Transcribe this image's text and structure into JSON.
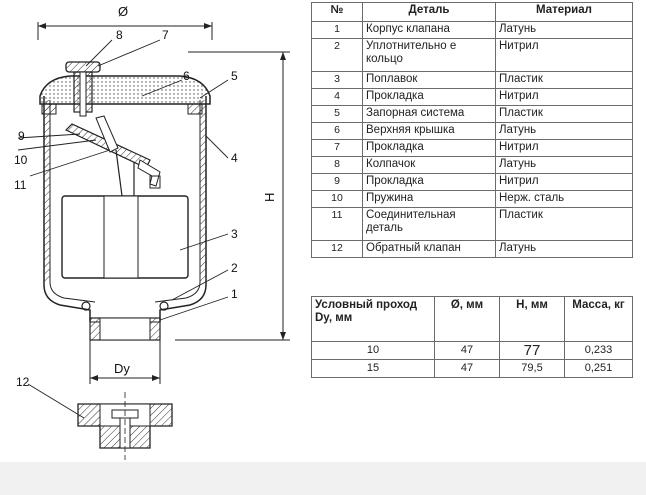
{
  "drawing": {
    "callouts": {
      "c1": "1",
      "c2": "2",
      "c3": "3",
      "c4": "4",
      "c5": "5",
      "c6": "6",
      "c7": "7",
      "c8": "8",
      "c9": "9",
      "c10": "10",
      "c11": "11",
      "c12": "12"
    },
    "dim_diameter": "Ø",
    "dim_height": "H",
    "dim_du": "Dу"
  },
  "parts_table": {
    "headers": [
      "№",
      "Деталь",
      "Материал"
    ],
    "rows": [
      {
        "num": "1",
        "part": "Корпус клапана",
        "material": "Латунь"
      },
      {
        "num": "2",
        "part": "Уплотнительно е кольцо",
        "material": "Нитрил"
      },
      {
        "num": "3",
        "part": "Поплавок",
        "material": "Пластик"
      },
      {
        "num": "4",
        "part": "Прокладка",
        "material": "Нитрил"
      },
      {
        "num": "5",
        "part": "Запорная система",
        "material": "Пластик"
      },
      {
        "num": "6",
        "part": "Верхняя крышка",
        "material": "Латунь"
      },
      {
        "num": "7",
        "part": "Прокладка",
        "material": "Нитрил"
      },
      {
        "num": "8",
        "part": "Колпачок",
        "material": "Латунь"
      },
      {
        "num": "9",
        "part": "Прокладка",
        "material": "Нитрил"
      },
      {
        "num": "10",
        "part": "Пружина",
        "material": "Нерж. сталь"
      },
      {
        "num": "11",
        "part": "Соединительная деталь",
        "material": "Пластик"
      },
      {
        "num": "12",
        "part": "Обратный клапан",
        "material": "Латунь"
      }
    ]
  },
  "dims_table": {
    "headers": [
      "Условный проход Dу, мм",
      "Ø, мм",
      "H, мм",
      "Масса, кг"
    ],
    "rows": [
      {
        "du": "10",
        "d": "47",
        "h": "77",
        "mass": "0,233"
      },
      {
        "du": "15",
        "d": "47",
        "h": "79,5",
        "mass": "0,251"
      }
    ]
  }
}
